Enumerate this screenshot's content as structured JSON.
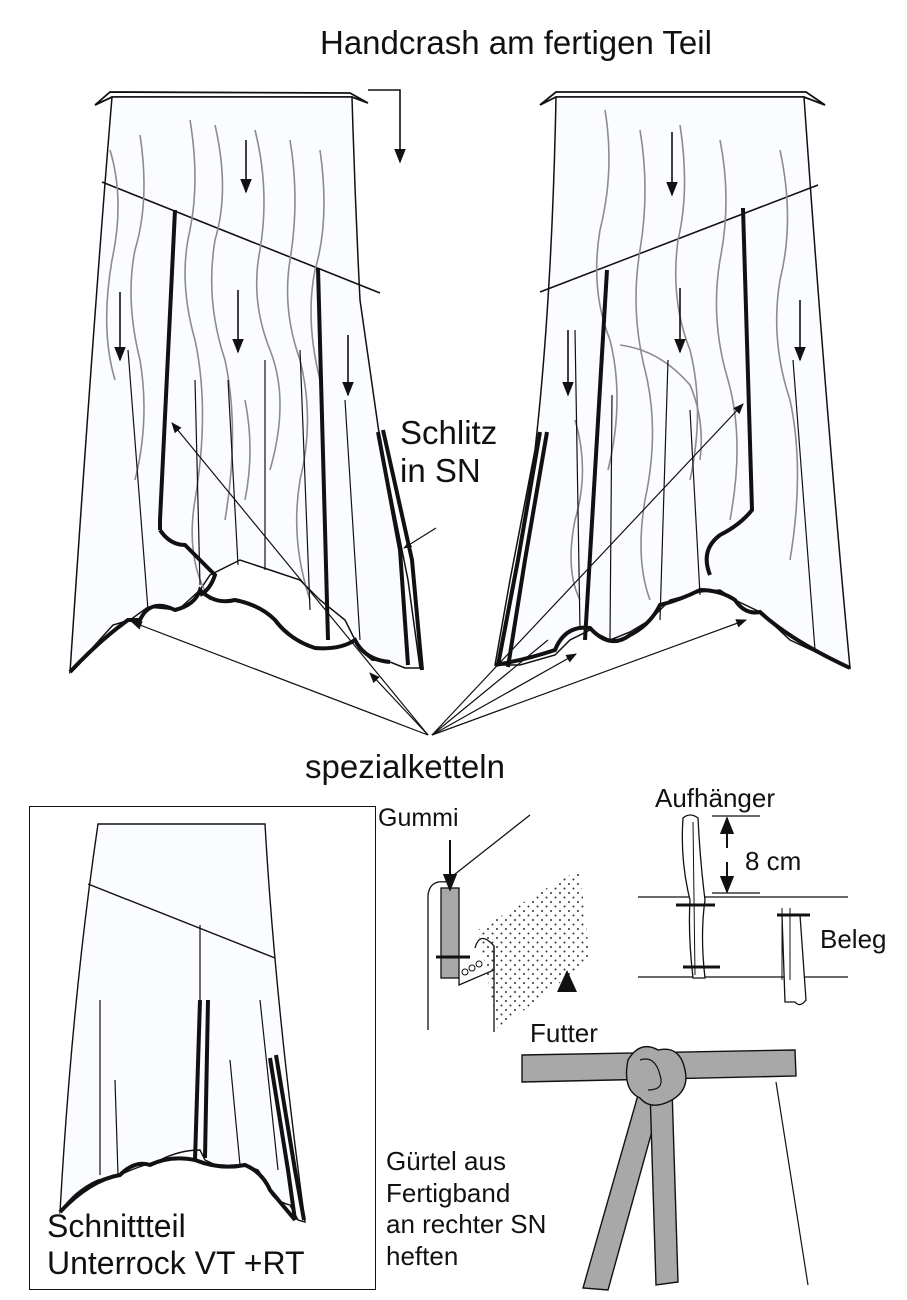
{
  "title": "Handcrash am fertigen Teil",
  "labels": {
    "slit": "Schlitz\nin SN",
    "special_chain": "spezialketteln",
    "elastic": "Gummi",
    "hanger": "Aufhänger",
    "measure": "8 cm",
    "facing": "Beleg",
    "lining": "Futter",
    "belt_note": "Gürtel aus\nFertigband\nan rechter SN\nheften",
    "pattern_piece": "Schnittteil\nUnterrock VT +RT"
  },
  "colors": {
    "ink": "#111111",
    "crinkle": "#8c8c8c",
    "belt_fill": "#a8a8a8",
    "panel_fill": "#fbfcff"
  }
}
